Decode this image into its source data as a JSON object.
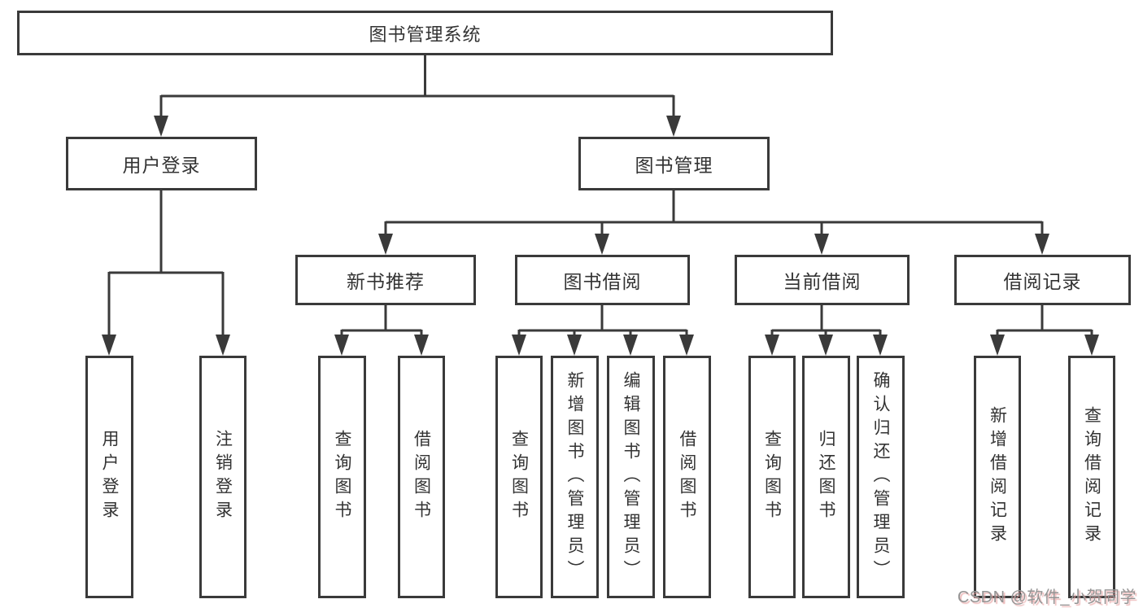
{
  "diagram": {
    "type": "hierarchy-tree",
    "title": "图书管理系统",
    "level2": [
      {
        "label": "用户登录",
        "parent": "图书管理系统"
      },
      {
        "label": "图书管理",
        "parent": "图书管理系统"
      }
    ],
    "level3": [
      {
        "label": "新书推荐",
        "parent": "图书管理"
      },
      {
        "label": "图书借阅",
        "parent": "图书管理"
      },
      {
        "label": "当前借阅",
        "parent": "图书管理"
      },
      {
        "label": "借阅记录",
        "parent": "图书管理"
      }
    ],
    "leaves": [
      {
        "label": "用户登录",
        "parent": "用户登录"
      },
      {
        "label": "注销登录",
        "parent": "用户登录"
      },
      {
        "label": "查询图书",
        "parent": "新书推荐"
      },
      {
        "label": "借阅图书",
        "parent": "新书推荐"
      },
      {
        "label": "查询图书",
        "parent": "图书借阅"
      },
      {
        "label": "新增图书（管理员）",
        "parent": "图书借阅"
      },
      {
        "label": "编辑图书（管理员）",
        "parent": "图书借阅"
      },
      {
        "label": "借阅图书",
        "parent": "图书借阅"
      },
      {
        "label": "查询图书",
        "parent": "当前借阅"
      },
      {
        "label": "归还图书",
        "parent": "当前借阅"
      },
      {
        "label": "确认归还（管理员）",
        "parent": "当前借阅"
      },
      {
        "label": "新增借阅记录",
        "parent": "借阅记录"
      },
      {
        "label": "查询借阅记录",
        "parent": "借阅记录"
      }
    ]
  },
  "watermark": {
    "text": "CSDN @软件_小贺同学"
  },
  "colors": {
    "line": "#3a3a3a",
    "text": "#333333",
    "background": "#ffffff",
    "watermark": "#949494",
    "watermark_shadow": "#e7a1a1"
  }
}
